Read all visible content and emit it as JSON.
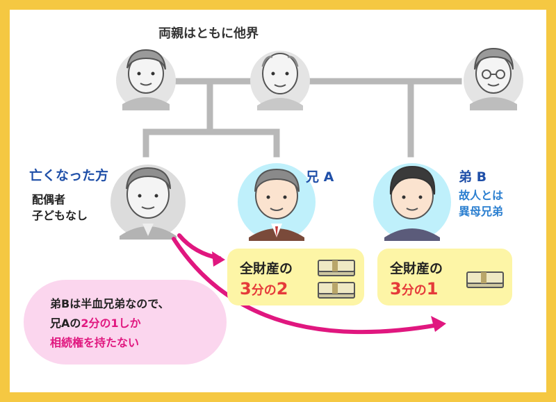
{
  "title": "両親はともに他界",
  "deceased": {
    "name": "亡くなった方",
    "notes": [
      "配偶者",
      "子どもなし"
    ]
  },
  "brother_a": {
    "name": "兄 A",
    "share_label": "全財産の",
    "share_fraction_num": "3",
    "share_fraction_mid": "分の",
    "share_fraction_den": "2"
  },
  "brother_b": {
    "name": "弟 B",
    "notes": [
      "故人とは",
      "異母兄弟"
    ],
    "share_label": "全財産の",
    "share_fraction_num": "3",
    "share_fraction_mid": "分の",
    "share_fraction_den": "1"
  },
  "note": {
    "line1": "弟Bは半血兄弟なので、",
    "line2_prefix": "兄Aの",
    "line2_highlight": "2分の1しか",
    "line3": "相続権を持たない"
  },
  "colors": {
    "frame": "#f5c842",
    "heading_blue": "#1f4fa8",
    "note_blue": "#2b7fd0",
    "share_box": "#fdf5a6",
    "fraction_red": "#e53a3a",
    "arrow_magenta": "#e0177f",
    "bubble_pink": "#fbd6ee",
    "highlight_circle": "#bff0fb",
    "line_gray": "#b8b8b8"
  },
  "icons": [
    "grandmother-icon",
    "grandfather-icon",
    "grandmother-glasses-icon",
    "deceased-man-icon",
    "brother-a-icon",
    "brother-b-icon",
    "money-bundle-icon"
  ]
}
